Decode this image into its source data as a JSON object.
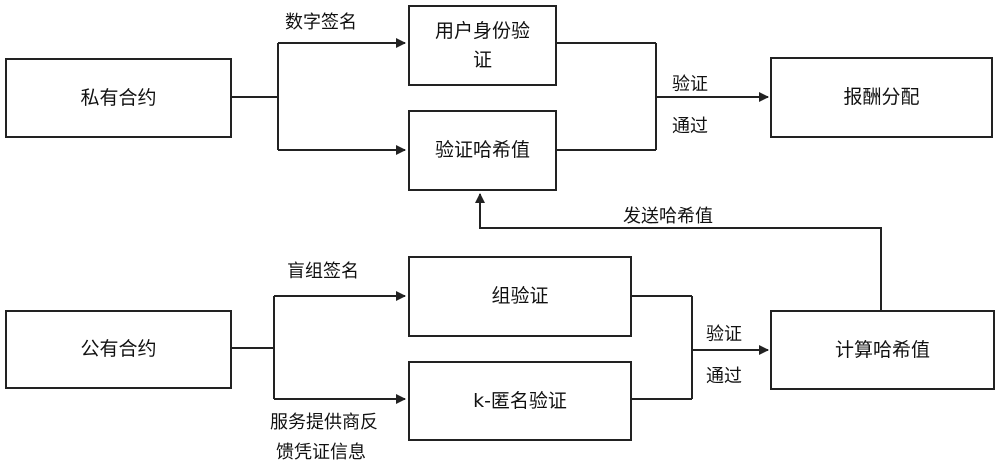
{
  "diagram": {
    "nodes": {
      "private_contract": "私有合约",
      "user_identity_verify_l1": "用户身份验",
      "user_identity_verify_l2": "证",
      "verify_hash": "验证哈希值",
      "reward_distribution": "报酬分配",
      "public_contract": "公有合约",
      "group_verify": "组验证",
      "k_anonymous_verify": "k-匿名验证",
      "compute_hash": "计算哈希值"
    },
    "labels": {
      "digital_signature": "数字签名",
      "verify_pass_top_l1": "验证",
      "verify_pass_top_l2": "通过",
      "send_hash": "发送哈希值",
      "blind_group_signature": "盲组签名",
      "verify_pass_bottom_l1": "验证",
      "verify_pass_bottom_l2": "通过",
      "provider_feedback_l1": "服务提供商反",
      "provider_feedback_l2": "馈凭证信息"
    }
  }
}
